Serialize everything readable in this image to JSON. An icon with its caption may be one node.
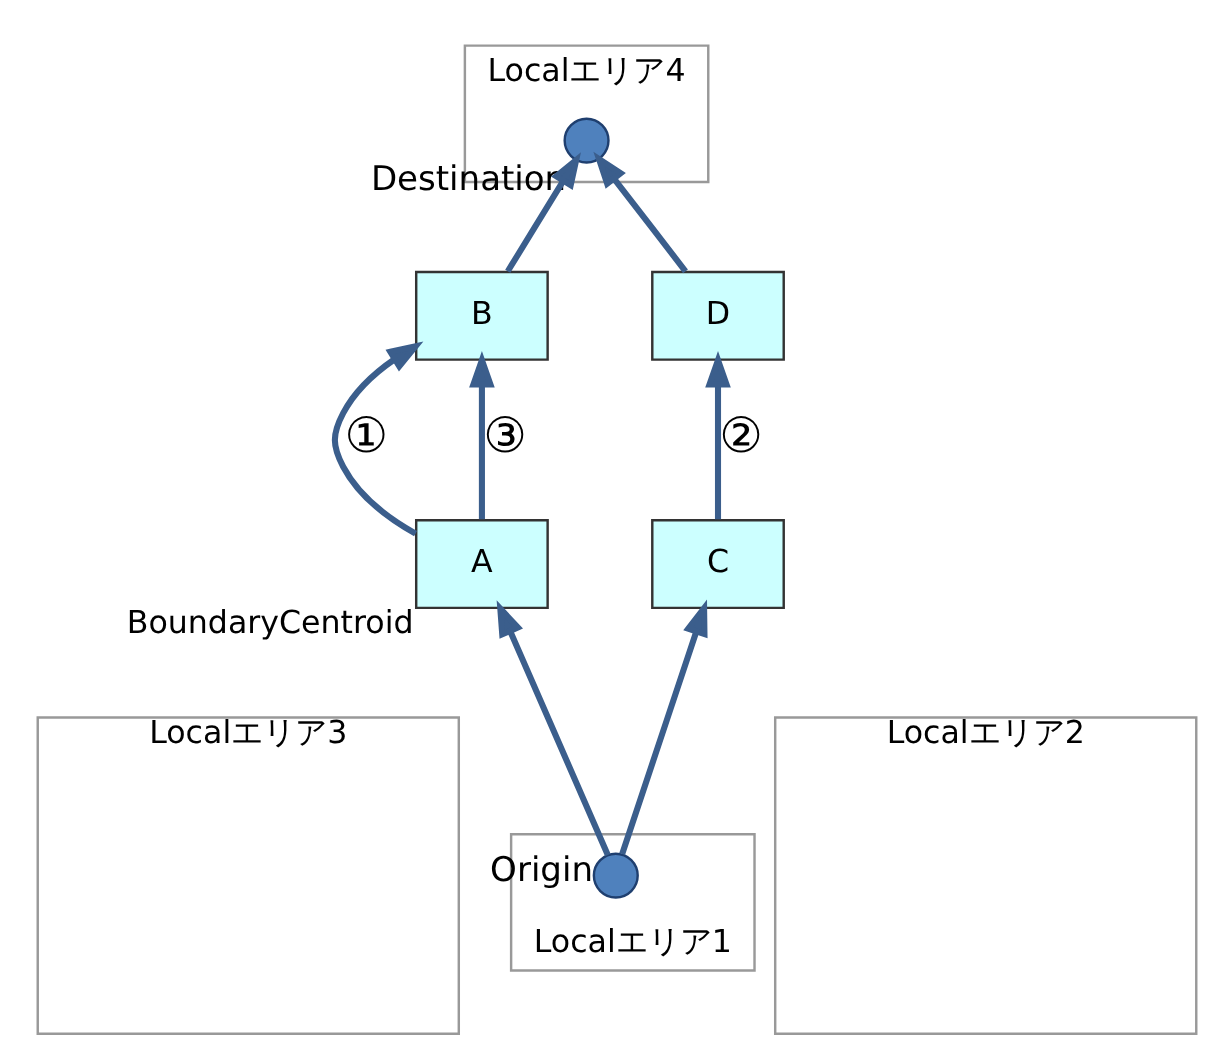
{
  "diagram": {
    "nodes": [
      {
        "text": [
          "Localエリア3"
        ]
      },
      {
        "text": [
          "Localエリア4"
        ]
      },
      {
        "text": [
          "B"
        ]
      },
      {
        "text": [],
        "shape": "circle",
        "beside": [
          "Destination"
        ],
        "in": 1
      },
      {
        "text": [
          "A"
        ],
        "beside": [
          "BoundaryCentroid"
        ]
      },
      {
        "text": [
          "D"
        ]
      },
      {
        "text": [
          "Localエリア1"
        ]
      },
      {
        "text": [
          "Localエリア2"
        ]
      },
      {
        "text": [],
        "shape": "circle",
        "beside": [
          "Origin"
        ],
        "in": 6
      },
      {
        "text": [
          "C"
        ]
      }
    ],
    "edges": [
      {
        "from": 8,
        "to": 4,
        "arrow": "to"
      },
      {
        "from": 8,
        "to": 9,
        "arrow": "to"
      },
      {
        "from": 4,
        "to": 2,
        "arrow": "to",
        "label": "①"
      },
      {
        "from": 4,
        "to": 2,
        "arrow": "to",
        "label": "③"
      },
      {
        "from": 2,
        "to": 3,
        "arrow": "to"
      },
      {
        "from": 9,
        "to": 5,
        "arrow": "to",
        "label": "②"
      },
      {
        "from": 5,
        "to": 3,
        "arrow": "to"
      }
    ]
  }
}
